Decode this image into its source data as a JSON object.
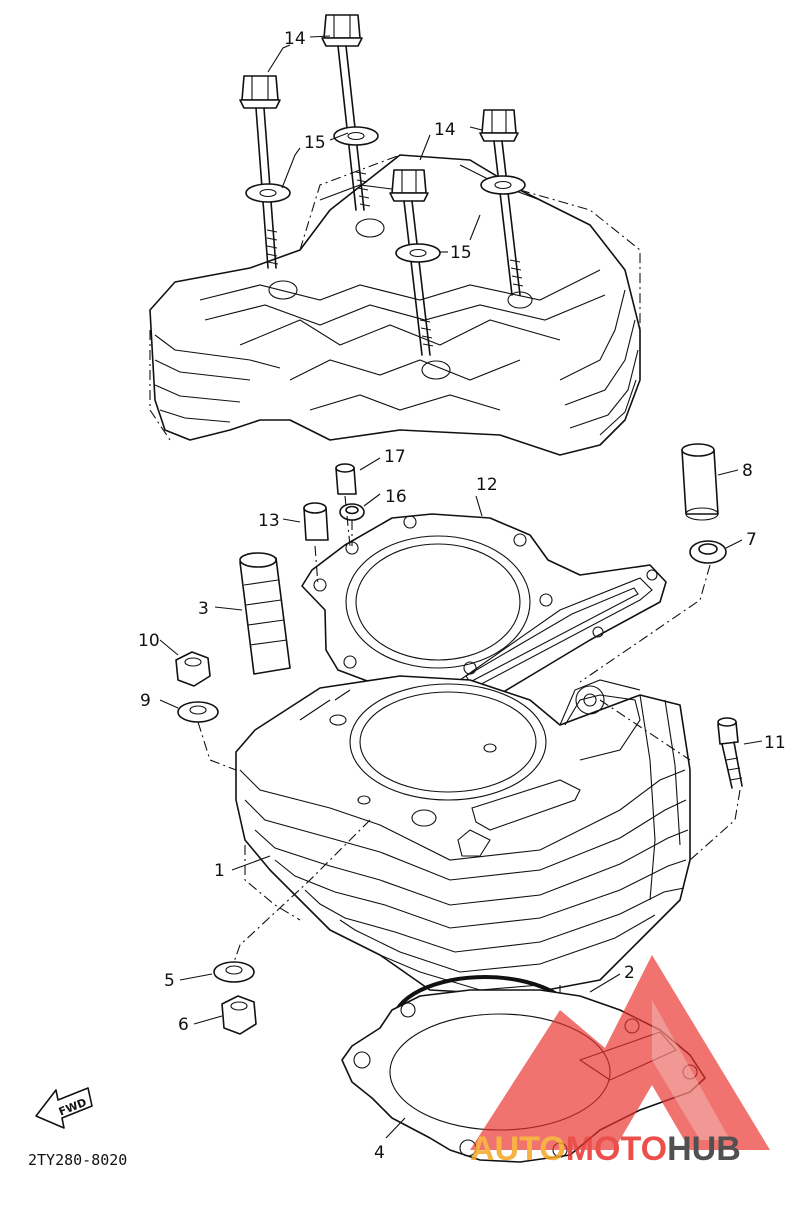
{
  "diagram_code": "2TY280-8020",
  "fwd_label": "FWD",
  "watermark": {
    "part1": "AUTO",
    "part2": "MOTO",
    "part3": "HUB",
    "color_red": "#e8322d",
    "color_orange": "#f5a623",
    "color_dark": "#333333"
  },
  "callouts": [
    {
      "id": "1",
      "text": "1"
    },
    {
      "id": "2",
      "text": "2"
    },
    {
      "id": "3",
      "text": "3"
    },
    {
      "id": "4",
      "text": "4"
    },
    {
      "id": "5",
      "text": "5"
    },
    {
      "id": "6",
      "text": "6"
    },
    {
      "id": "7",
      "text": "7"
    },
    {
      "id": "8",
      "text": "8"
    },
    {
      "id": "9",
      "text": "9"
    },
    {
      "id": "10",
      "text": "10"
    },
    {
      "id": "11",
      "text": "11"
    },
    {
      "id": "12",
      "text": "12"
    },
    {
      "id": "13",
      "text": "13"
    },
    {
      "id": "14a",
      "text": "14"
    },
    {
      "id": "14b",
      "text": "14"
    },
    {
      "id": "15a",
      "text": "15"
    },
    {
      "id": "15b",
      "text": "15"
    },
    {
      "id": "16",
      "text": "16"
    },
    {
      "id": "17",
      "text": "17"
    }
  ]
}
